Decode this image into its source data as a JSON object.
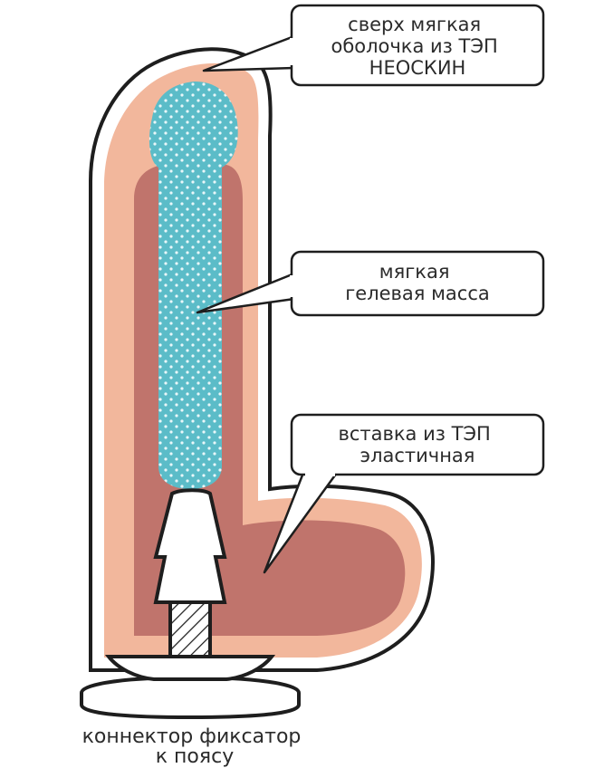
{
  "callouts": {
    "shell": {
      "lines": [
        "сверх мягкая",
        "оболочка из ТЭП",
        "НЕОСКИН"
      ]
    },
    "gel": {
      "lines": [
        "мягкая",
        "гелевая масса"
      ]
    },
    "insert": {
      "lines": [
        "вставка из ТЭП",
        "эластичная"
      ]
    }
  },
  "connector": {
    "lines": [
      "коннектор фиксатор",
      "к поясу"
    ]
  },
  "colors": {
    "shell": "#f2b79c",
    "insert": "#c0746c",
    "gel": "#5bbcc8",
    "gel_dots": "#e8f7f9",
    "outline": "#1e1e1e",
    "connector_fill": "#ffffff"
  }
}
